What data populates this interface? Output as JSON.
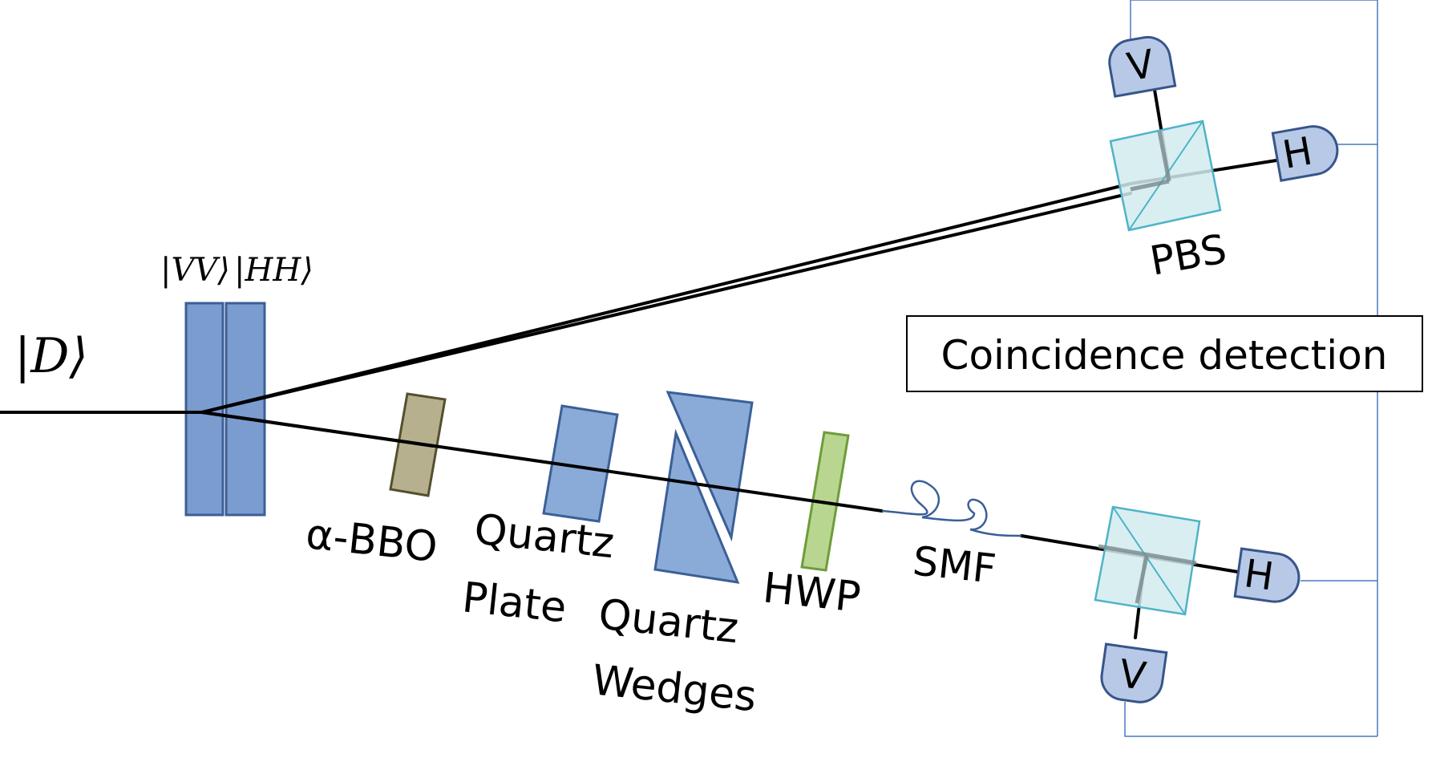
{
  "input_state": "|D⟩",
  "crystal_states": {
    "left": "|VV⟩",
    "right": "|HH⟩"
  },
  "labels": {
    "alpha_bbo": "α-BBO",
    "quartz_plate_line1": "Quartz",
    "quartz_plate_line2": "Plate",
    "quartz_wedges_line1": "Quartz",
    "quartz_wedges_line2": "Wedges",
    "hwp": "HWP",
    "smf": "SMF",
    "pbs": "PBS",
    "coincidence": "Coincidence detection"
  },
  "detectors": {
    "upper_v": "V",
    "upper_h": "H",
    "lower_h": "H",
    "lower_v": "V"
  },
  "colors": {
    "crystal_fill": "#7a9ccf",
    "crystal_stroke": "#3b5f97",
    "bbo_fill": "#b7b08e",
    "bbo_stroke": "#54502f",
    "quartz_fill": "#8aaad8",
    "hwp_fill": "#b8d68f",
    "hwp_stroke": "#6e9c3a",
    "pbs_fill": "#d2ebef",
    "pbs_stroke": "#4fb3c8",
    "detector_fill": "#b7c9e6",
    "detector_stroke": "#36558a",
    "wire": "#4a78c0",
    "beam": "#000000"
  }
}
